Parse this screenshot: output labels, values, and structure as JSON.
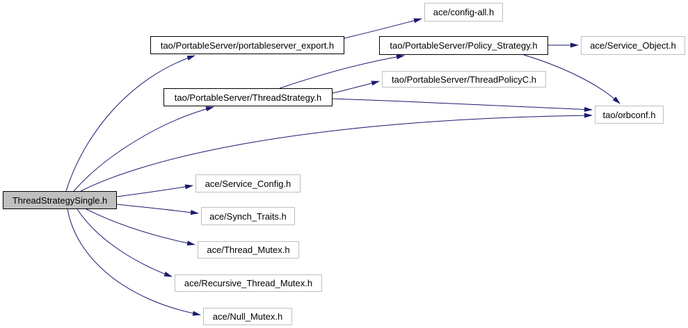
{
  "diagram": {
    "type": "include-dependency-graph",
    "root": "ThreadStrategySingle.h",
    "colors": {
      "edge": "#191970",
      "node_border_strong": "#000000",
      "node_border_light": "#bfbfbf",
      "root_fill": "#c0c0c0",
      "node_fill": "#ffffff",
      "text": "#000000"
    },
    "nodes": [
      {
        "id": "main",
        "label": "ThreadStrategySingle.h"
      },
      {
        "id": "portableserver_export",
        "label": "tao/PortableServer/portableserver_export.h"
      },
      {
        "id": "config_all",
        "label": "ace/config-all.h"
      },
      {
        "id": "policy_strategy",
        "label": "tao/PortableServer/Policy_Strategy.h"
      },
      {
        "id": "service_object",
        "label": "ace/Service_Object.h"
      },
      {
        "id": "thread_strategy",
        "label": "tao/PortableServer/ThreadStrategy.h"
      },
      {
        "id": "thread_policyc",
        "label": "tao/PortableServer/ThreadPolicyC.h"
      },
      {
        "id": "orbconf",
        "label": "tao/orbconf.h"
      },
      {
        "id": "service_config",
        "label": "ace/Service_Config.h"
      },
      {
        "id": "synch_traits",
        "label": "ace/Synch_Traits.h"
      },
      {
        "id": "thread_mutex",
        "label": "ace/Thread_Mutex.h"
      },
      {
        "id": "recursive_thread_mutex",
        "label": "ace/Recursive_Thread_Mutex.h"
      },
      {
        "id": "null_mutex",
        "label": "ace/Null_Mutex.h"
      }
    ],
    "edges": [
      {
        "from": "ThreadStrategySingle.h",
        "to": "tao/PortableServer/portableserver_export.h"
      },
      {
        "from": "ThreadStrategySingle.h",
        "to": "tao/PortableServer/ThreadStrategy.h"
      },
      {
        "from": "ThreadStrategySingle.h",
        "to": "tao/orbconf.h"
      },
      {
        "from": "ThreadStrategySingle.h",
        "to": "ace/Service_Config.h"
      },
      {
        "from": "ThreadStrategySingle.h",
        "to": "ace/Synch_Traits.h"
      },
      {
        "from": "ThreadStrategySingle.h",
        "to": "ace/Thread_Mutex.h"
      },
      {
        "from": "ThreadStrategySingle.h",
        "to": "ace/Recursive_Thread_Mutex.h"
      },
      {
        "from": "ThreadStrategySingle.h",
        "to": "ace/Null_Mutex.h"
      },
      {
        "from": "tao/PortableServer/portableserver_export.h",
        "to": "ace/config-all.h"
      },
      {
        "from": "tao/PortableServer/ThreadStrategy.h",
        "to": "tao/PortableServer/Policy_Strategy.h"
      },
      {
        "from": "tao/PortableServer/ThreadStrategy.h",
        "to": "tao/PortableServer/ThreadPolicyC.h"
      },
      {
        "from": "tao/PortableServer/ThreadStrategy.h",
        "to": "tao/orbconf.h"
      },
      {
        "from": "tao/PortableServer/Policy_Strategy.h",
        "to": "ace/Service_Object.h"
      },
      {
        "from": "tao/PortableServer/Policy_Strategy.h",
        "to": "tao/orbconf.h"
      }
    ]
  }
}
